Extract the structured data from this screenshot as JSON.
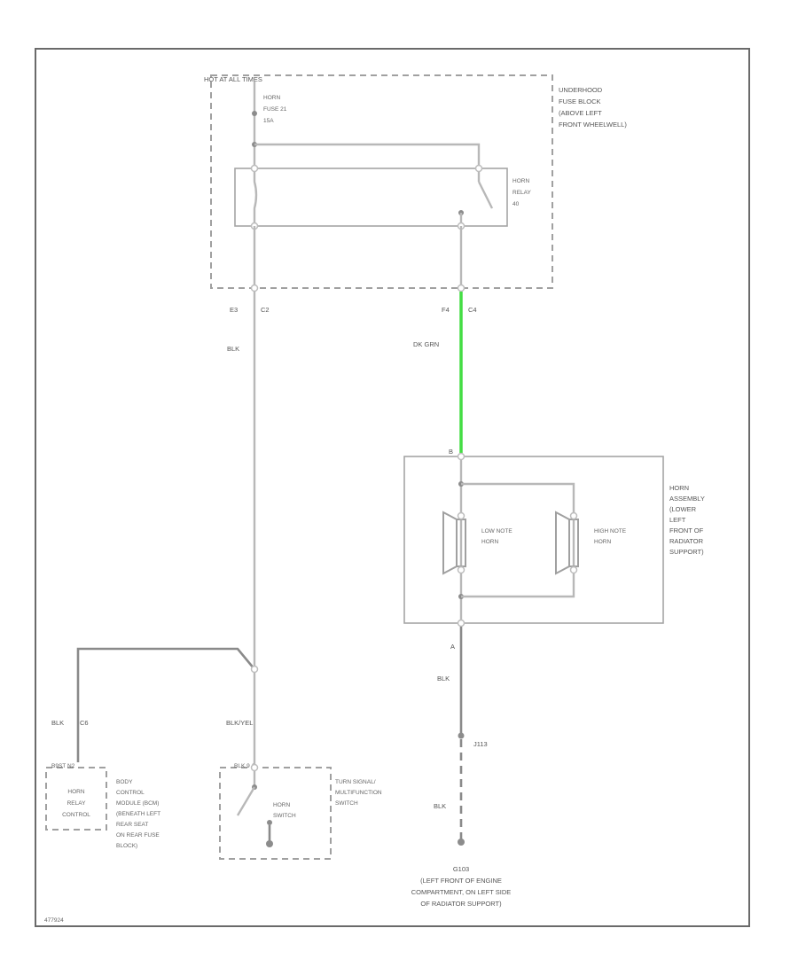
{
  "fuse_block": {
    "hot_label": "HOT AT ALL TIMES",
    "fuse_lines": [
      "HORN",
      "FUSE 21",
      "15A"
    ],
    "block_lines": [
      "UNDERHOOD",
      "FUSE BLOCK",
      "(ABOVE LEFT",
      "FRONT WHEELWELL)"
    ],
    "relay_lines": [
      "HORN",
      "RELAY",
      "40"
    ],
    "left_term": "E3",
    "left_term_b": "C2",
    "right_term": "F4",
    "right_term_b": "C4"
  },
  "wires": {
    "left_color": "BLK",
    "right_color": "DK GRN",
    "horn_ground_color": "BLK",
    "ground_lower_color": "BLK",
    "bcm_wire": "BLK",
    "bcm_pin": "C6",
    "switch_wire": "BLK/YEL",
    "highlight_color": "#44dd44"
  },
  "horn_assembly": {
    "pin_b": "B",
    "pin_a": "A",
    "block_lines": [
      "HORN",
      "ASSEMBLY",
      "(LOWER",
      "LEFT",
      "FRONT OF",
      "RADIATOR",
      "SUPPORT)"
    ],
    "low_note_lines": [
      "LOW NOTE",
      "HORN"
    ],
    "high_note_lines": [
      "HIGH NOTE",
      "HORN"
    ]
  },
  "splice": "J113",
  "ground": {
    "id": "G103",
    "location_lines": [
      "(LEFT FRONT OF ENGINE",
      "COMPARTMENT, ON LEFT SIDE",
      "OF RADIATOR SUPPORT)"
    ]
  },
  "bcm": {
    "pin_label": "B9ST N2",
    "box_lines": [
      "HORN",
      "RELAY",
      "CONTROL"
    ],
    "desc_lines": [
      "BODY",
      "CONTROL",
      "MODULE (BCM)",
      "(BENEATH LEFT",
      "REAR SEAT",
      "ON REAR FUSE",
      "BLOCK)"
    ]
  },
  "switch": {
    "pin_label": "BLK 9 A",
    "box_lines": [
      "HORN",
      "SWITCH"
    ],
    "desc_lines": [
      "TURN SIGNAL/",
      "MULTIFUNCTION",
      "SWITCH"
    ]
  },
  "figure_id": "477924"
}
